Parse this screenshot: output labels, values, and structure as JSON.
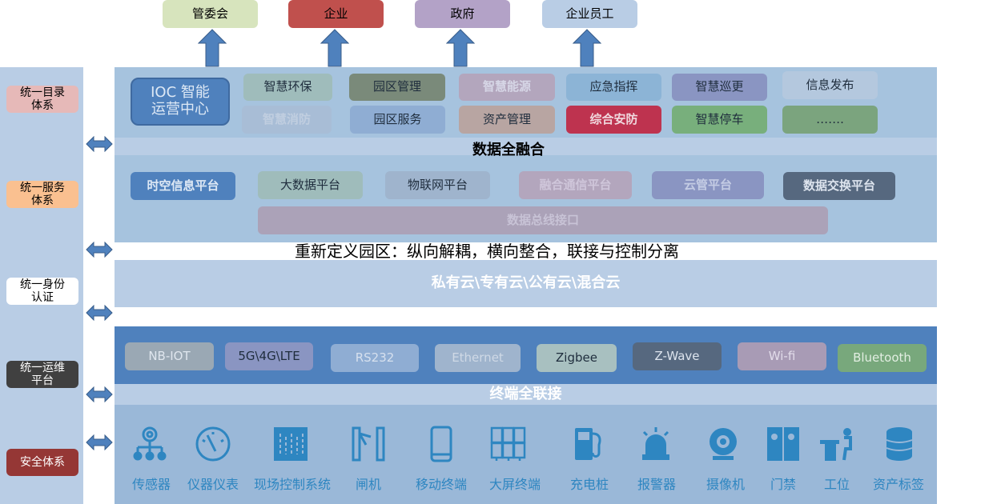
{
  "top": [
    "管委会",
    "企业",
    "政府",
    "企业员工"
  ],
  "left": [
    "统一目录\n体系",
    "统一服务\n体系",
    "统一身份\n认证",
    "统一运维\n平台",
    "安全体系"
  ],
  "apps": {
    "ioc": "IOC 智能\n运营中心",
    "row1": [
      "智慧环保",
      "园区管理",
      "智慧能源",
      "应急指挥",
      "智慧巡更",
      "信息发布"
    ],
    "row2": [
      "智慧消防",
      "园区服务",
      "资产管理",
      "综合安防",
      "智慧停车",
      "……."
    ]
  },
  "fusion_label": "数据全融合",
  "platforms": [
    "时空信息平台",
    "大数据平台",
    "物联网平台",
    "融合通信平台",
    "云管平台",
    "数据交换平台"
  ],
  "bus": "数据总线接口",
  "slogan": "重新定义园区：纵向解耦，横向整合，联接与控制分离",
  "cloud": "私有云\\专有云\\公有云\\混合云",
  "protocols": [
    "NB-IOT",
    "5G\\4G\\LTE",
    "RS232",
    "Ethernet",
    "Zigbee",
    "Z-Wave",
    "Wi-fi",
    "Bluetooth"
  ],
  "connect_label": "终端全联接",
  "terminals": [
    "传感器",
    "仪器仪表",
    "现场控制系统",
    "闸机",
    "移动终端",
    "大屏终端",
    "充电桩",
    "报警器",
    "摄像机",
    "门禁",
    "工位",
    "资产标签"
  ],
  "colors": {
    "accent": "#4f81bd",
    "panel": "#a6c3de",
    "band": "#b9cde5",
    "terminal_icon": "#2e86c1"
  }
}
